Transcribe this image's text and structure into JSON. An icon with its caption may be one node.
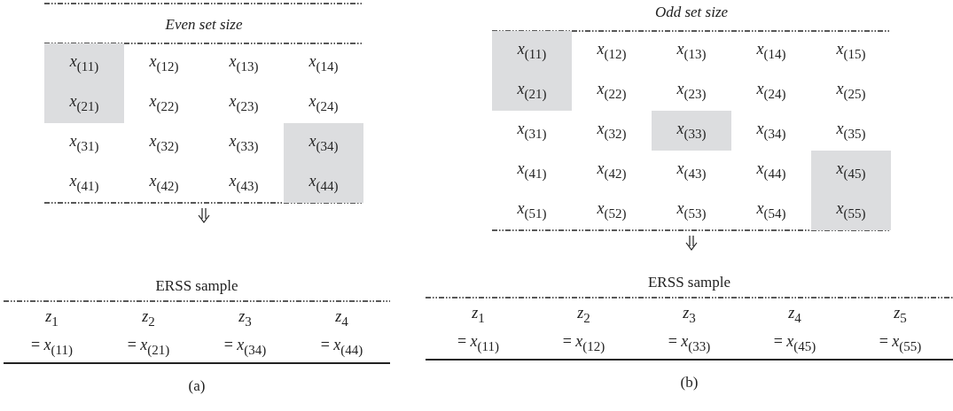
{
  "diagram": {
    "labels": [
      "Even set size",
      "*x*$_{(11)}$",
      "*x*$_{(12)}$",
      "*x*$_{(13)}$",
      "*x*$_{(14)}$",
      "*x*$_{(21)}$",
      "*x*$_{(22)}$",
      "*x*$_{(23)}$",
      "*x*$_{(24)}$",
      "*x*$_{(31)}$",
      "*x*$_{(32)}$",
      "*x*$_{(33)}$",
      "*x*$_{(34)}$",
      "*x*$_{(41)}$",
      "*x*$_{(42)}$",
      "*x*$_{(43)}$",
      "*x*$_{(44)}$",
      "ERSS sample",
      "*z*$_{1}$",
      "*z*$_{2}$",
      "*z*$_{3}$",
      "*z*$_{4}$",
      "= *x*$_{(11)}$",
      "= *x*$_{(21)}$",
      "= *x*$_{(34)}$",
      "= *x*$_{(44)}$",
      "(a)",
      "Odd set size",
      "*x*$_{(11)}$",
      "*x*$_{(12)}$",
      "*x*$_{(13)}$",
      "*x*$_{(14)}$",
      "*x*$_{(15)}$",
      "*x*$_{(21)}$",
      "*x*$_{(22)}$",
      "*x*$_{(23)}$",
      "*x*$_{(24)}$",
      "*x*$_{(25)}$",
      "*x*$_{(31)}$",
      "*x*$_{(32)}$",
      "*x*$_{(33)}$",
      "*x*$_{(34)}$",
      "*x*$_{(35)}$",
      "*x*$_{(41)}$",
      "*x*$_{(42)}$",
      "*x*$_{(43)}$",
      "*x*$_{(44)}$",
      "*x*$_{(45)}$",
      "*x*$_{(51)}$",
      "*x*$_{(52)}$",
      "*x*$_{(53)}$",
      "*x*$_{(54)}$",
      "*x*$_{(55)}$",
      "ERSS sample",
      "*z*$_{1}$",
      "*z*$_{2}$",
      "*z*$_{3}$",
      "*z*$_{4}$",
      "*z*$_{5}$",
      "= *x*$_{(11)}$",
      "= *x*$_{(12)}$",
      "= *x*$_{(33)}$",
      "= *x*$_{(45)}$",
      "= *x*$_{(55)}$",
      "(b)"
    ]
  }
}
